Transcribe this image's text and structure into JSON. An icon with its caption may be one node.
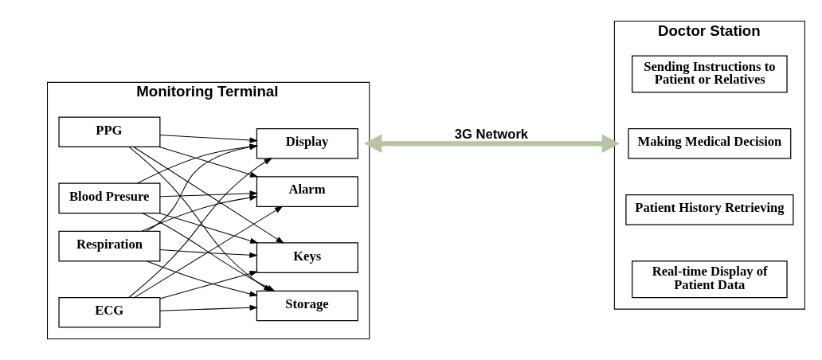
{
  "diagram": {
    "nodes": [
      {
        "text": [
          "Monitoring Terminal"
        ]
      },
      {
        "text": [
          "Blood Presure"
        ],
        "in": 0
      },
      {
        "text": [
          "PPG"
        ],
        "in": 0
      },
      {
        "text": [
          "ECG"
        ],
        "in": 0
      },
      {
        "text": [
          "Respiration"
        ],
        "in": 0
      },
      {
        "text": [
          "Display"
        ],
        "in": 0
      },
      {
        "text": [
          "Keys"
        ],
        "in": 0
      },
      {
        "text": [
          "Alarm"
        ],
        "in": 0
      },
      {
        "text": [
          "Storage"
        ],
        "in": 0
      },
      {
        "text": [
          "Doctor Station"
        ]
      },
      {
        "text": [
          "Real-time Display of Patient Data"
        ],
        "in": 9
      },
      {
        "text": [
          "Patient History Retrieving"
        ],
        "in": 9
      },
      {
        "text": [
          "Making Medical Decision"
        ],
        "in": 9
      },
      {
        "text": [
          "Sending Instructions to Patient or Relatives"
        ],
        "in": 9
      }
    ],
    "edges": [
      {
        "from": 1,
        "to": 5,
        "arrow": "to"
      },
      {
        "from": 1,
        "to": 6,
        "arrow": "to"
      },
      {
        "from": 1,
        "to": 7,
        "arrow": "to"
      },
      {
        "from": 1,
        "to": 8,
        "arrow": "to"
      },
      {
        "from": 2,
        "to": 5,
        "arrow": "to"
      },
      {
        "from": 2,
        "to": 6,
        "arrow": "to"
      },
      {
        "from": 2,
        "to": 7,
        "arrow": "to"
      },
      {
        "from": 2,
        "to": 8,
        "arrow": "to"
      },
      {
        "from": 3,
        "to": 5,
        "arrow": "to"
      },
      {
        "from": 3,
        "to": 6,
        "arrow": "to"
      },
      {
        "from": 3,
        "to": 7,
        "arrow": "to"
      },
      {
        "from": 3,
        "to": 8,
        "arrow": "to"
      },
      {
        "from": 4,
        "to": 5,
        "arrow": "to"
      },
      {
        "from": 4,
        "to": 6,
        "arrow": "to"
      },
      {
        "from": 4,
        "to": 7,
        "arrow": "to"
      },
      {
        "from": 4,
        "to": 8,
        "arrow": "to"
      },
      {
        "from": 0,
        "to": 9,
        "arrow": "both",
        "label": "3G Network",
        "style": "thick",
        "color": "#b5c4a3"
      }
    ]
  }
}
